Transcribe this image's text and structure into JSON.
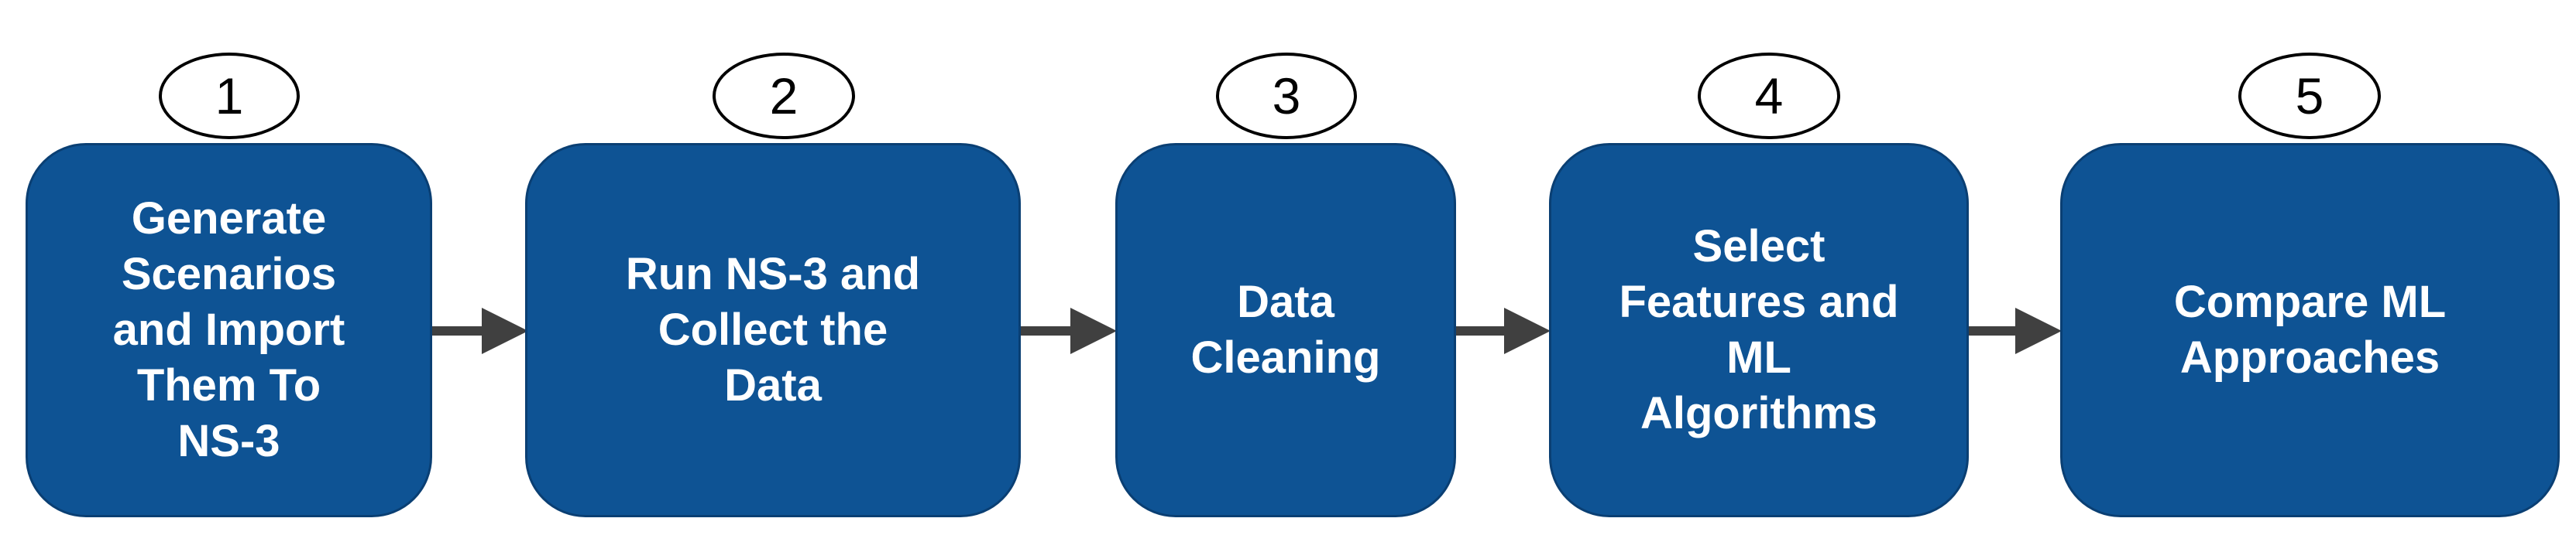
{
  "steps": [
    {
      "number": "1",
      "label": "Generate\nScenarios\nand Import\nThem To\nNS-3"
    },
    {
      "number": "2",
      "label": "Run NS-3 and\nCollect the\nData"
    },
    {
      "number": "3",
      "label": "Data\nCleaning"
    },
    {
      "number": "4",
      "label": "Select\nFeatures and\nML\nAlgorithms"
    },
    {
      "number": "5",
      "label": "Compare ML\nApproaches"
    }
  ],
  "colors": {
    "box_fill": "#0e5394",
    "box_text": "#ffffff",
    "arrow": "#404040",
    "badge_border": "#000000"
  }
}
